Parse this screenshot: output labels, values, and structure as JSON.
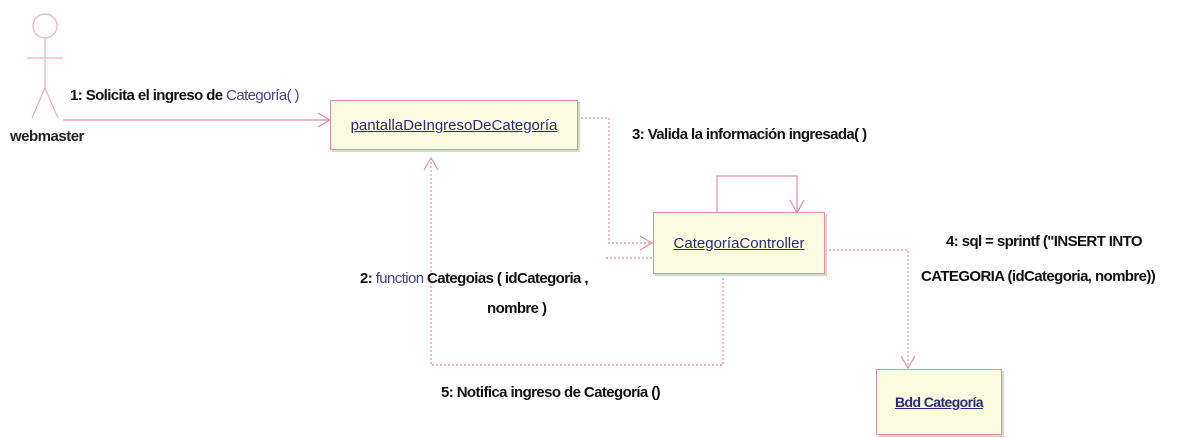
{
  "actor": {
    "name": "webmaster"
  },
  "objects": {
    "pantalla": "pantallaDeIngresoDeCategoría",
    "controller": "CategoríaController",
    "bdd": "Bdd Categoría"
  },
  "messages": {
    "m1_prefix": "1: Solicita el ingreso de ",
    "m1_suffix": "Categoría( )",
    "m2_prefix": "2: ",
    "m2_fn": "function",
    "m2_rest": " Categoias ( idCategoria ,",
    "m2_line2": "nombre )",
    "m3": "3: Valida la información ingresada( )",
    "m4_line1": "4: sql = sprintf (\"INSERT INTO",
    "m4_line2": "CATEGORIA (idCategoria, nombre))",
    "m5": "5: Notifica ingreso de Categoría ()"
  },
  "colors": {
    "line": "#e58ea6",
    "box_fill": "#fbfbe2",
    "box_border": "#e58ea6"
  }
}
